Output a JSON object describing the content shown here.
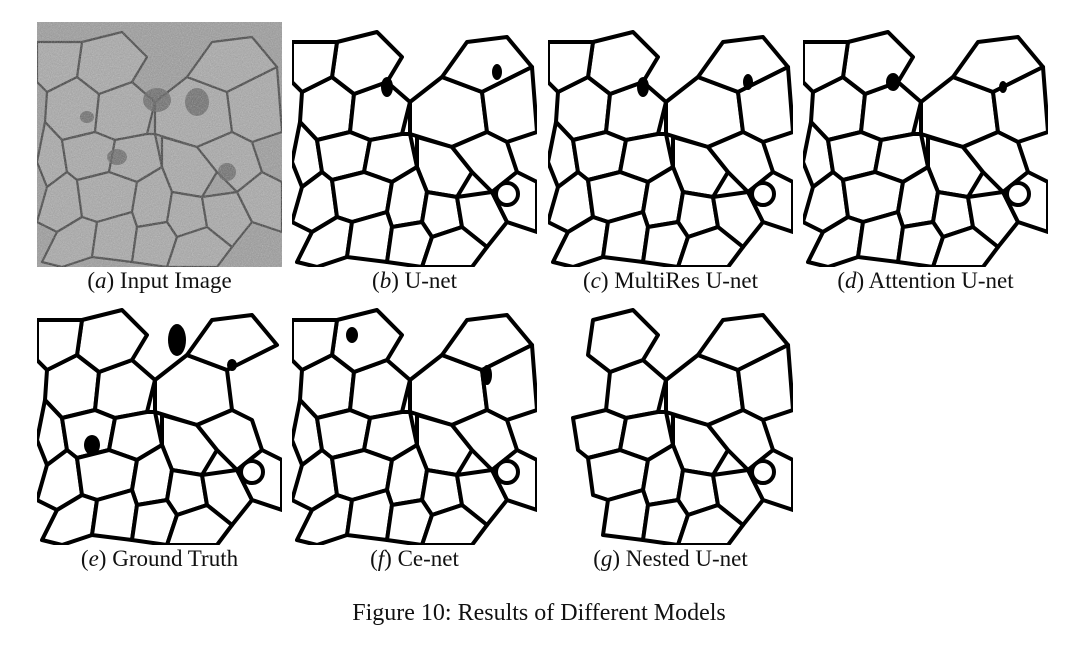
{
  "panels": [
    {
      "letter": "a",
      "label": "Input Image",
      "kind": "em-input"
    },
    {
      "letter": "b",
      "label": "U-net",
      "kind": "segmentation"
    },
    {
      "letter": "c",
      "label": "MultiRes U-net",
      "kind": "segmentation"
    },
    {
      "letter": "d",
      "label": "Attention U-net",
      "kind": "segmentation"
    },
    {
      "letter": "e",
      "label": "Ground Truth",
      "kind": "segmentation"
    },
    {
      "letter": "f",
      "label": "Ce-net",
      "kind": "segmentation"
    },
    {
      "letter": "g",
      "label": "Nested U-net",
      "kind": "segmentation-sparse"
    }
  ],
  "figure_caption": "Figure 10: Results of Different Models"
}
